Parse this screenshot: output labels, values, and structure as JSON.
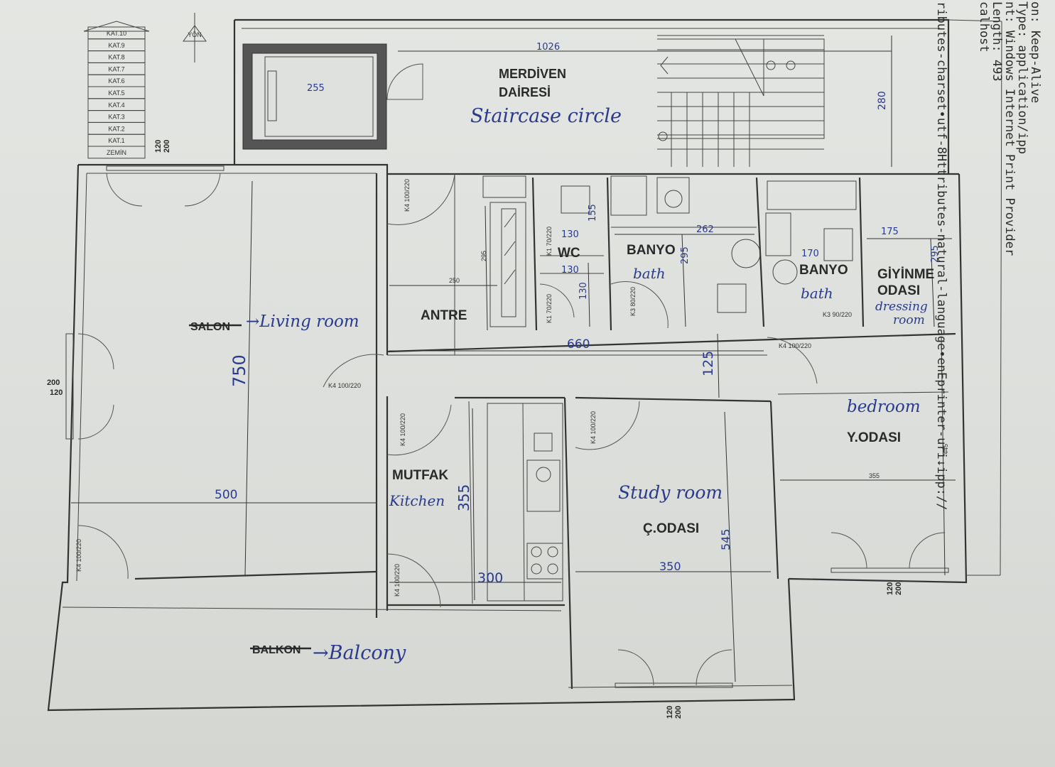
{
  "plan": {
    "north_label": "YÖN",
    "levels": [
      "KAT.10",
      "KAT.9",
      "KAT.8",
      "KAT.7",
      "KAT.6",
      "KAT.5",
      "KAT.4",
      "KAT.3",
      "KAT.2",
      "KAT.1",
      "ZEMİN"
    ]
  },
  "rooms": {
    "merdiven": "MERDİVEN",
    "dairesi": "DAİRESİ",
    "salon": "SALON",
    "antre": "ANTRE",
    "wc": "WC",
    "banyo_1": "BANYO",
    "banyo_2": "BANYO",
    "giyinme": "GİYİNME",
    "odasi": "ODASI",
    "mutfak": "MUTFAK",
    "c_odasi": "Ç.ODASI",
    "y_odasi": "Y.ODASI",
    "balkon": "BALKON"
  },
  "annotations": {
    "staircase": "Staircase circle",
    "living_room": "→Living room",
    "bath_1": "bath",
    "bath_2": "bath",
    "dressing": "dressing",
    "room": "room",
    "bedroom": "bedroom",
    "kitchen": "Kitchen",
    "study_room": "Study room",
    "balcony": "→Balcony"
  },
  "dimensions": {
    "d1026": "1026",
    "d255": "255",
    "d280": "280",
    "d750": "750",
    "d500": "500",
    "d250": "250",
    "d295a": "295",
    "d130a": "130",
    "d155": "155",
    "d130b": "130",
    "d130c": "130",
    "d262": "262",
    "d295b": "295",
    "d170": "170",
    "d175": "175",
    "d295c": "295",
    "d660": "660",
    "d125": "125",
    "d355y": "355",
    "d445": "445",
    "d355m": "355",
    "d300": "300",
    "d350": "350",
    "d545": "545"
  },
  "codes": {
    "k4_100_220": "K4 100/220",
    "k4_100_220_b": "K4 100/220",
    "k1_70_220": "K1 70/220",
    "k3_80_220": "K3 80/220",
    "k3_90_220": "K3 90/220",
    "w_200": "200",
    "w_120": "120",
    "w_200_120_a": "200"
  },
  "overprint": {
    "line1": "on: Keep-Alive",
    "line2": "Type: application/ipp",
    "line3": "nt: Windows Internet Print Provider",
    "line4": "Length: 493",
    "line5": "calhost",
    "line6": "",
    "line7": "ributes-charset•utf-8Httributes-natural-language•enEprinter-uri↓ipp://"
  },
  "colors": {
    "ink": "#2a2a2a",
    "handwriting": "#2a3a8c",
    "paper": "#e4e6e3"
  }
}
